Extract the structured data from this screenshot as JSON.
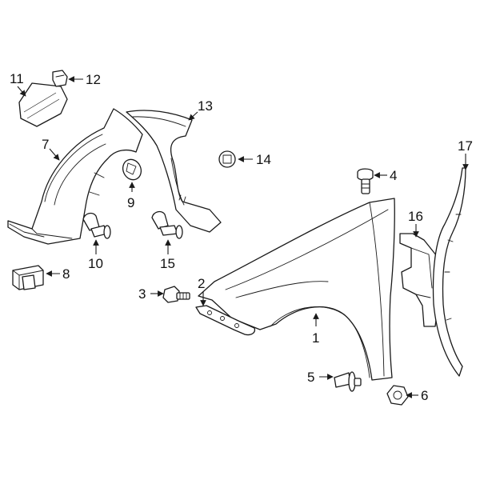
{
  "callouts": [
    {
      "id": "1",
      "label": "1"
    },
    {
      "id": "2",
      "label": "2"
    },
    {
      "id": "3",
      "label": "3"
    },
    {
      "id": "4",
      "label": "4"
    },
    {
      "id": "5",
      "label": "5"
    },
    {
      "id": "6",
      "label": "6"
    },
    {
      "id": "7",
      "label": "7"
    },
    {
      "id": "8",
      "label": "8"
    },
    {
      "id": "9",
      "label": "9"
    },
    {
      "id": "10",
      "label": "10"
    },
    {
      "id": "11",
      "label": "11"
    },
    {
      "id": "12",
      "label": "12"
    },
    {
      "id": "13",
      "label": "13"
    },
    {
      "id": "14",
      "label": "14"
    },
    {
      "id": "15",
      "label": "15"
    },
    {
      "id": "16",
      "label": "16"
    },
    {
      "id": "17",
      "label": "17"
    }
  ]
}
